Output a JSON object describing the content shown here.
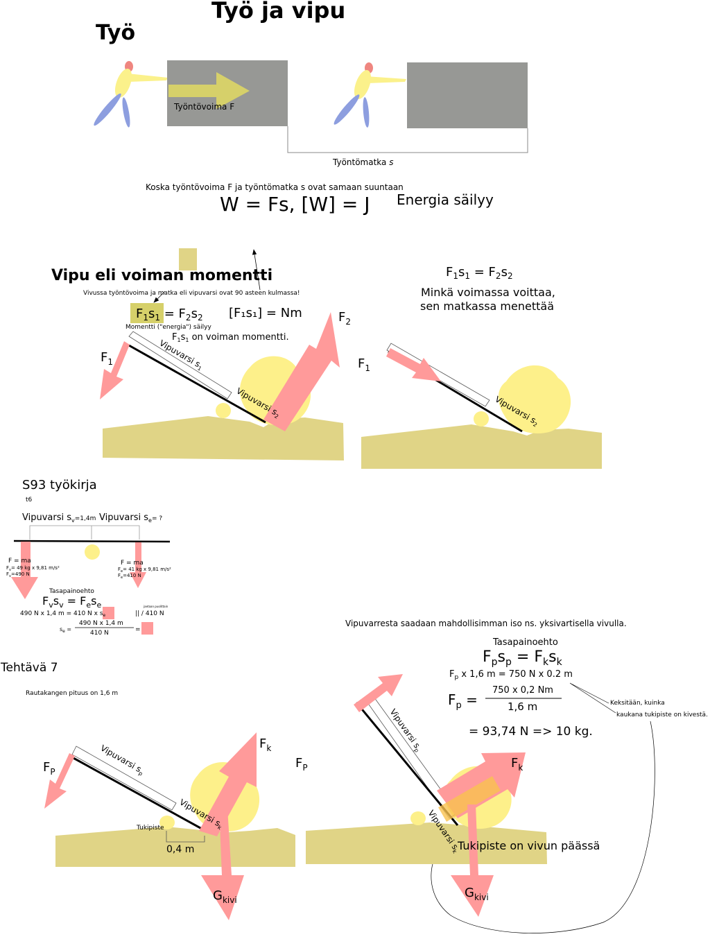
{
  "title": "Työ ja vipu",
  "work": {
    "heading": "Työ",
    "force_label": "Työntövoima F",
    "distance_label": "Työntömatka",
    "distance_symbol": "s",
    "condition": "Koska työntövoima F ja työntömatka s ovat samaan suuntaan",
    "formula": "W = Fs, [W] = J",
    "energy": "Energia säilyy"
  },
  "lever": {
    "heading": "Vipu eli voiman momentti",
    "note": "Vivussa työntövoima ja matka eli vipuvarsi ovat 90 asteen kulmassa!",
    "moment_unit": "[F₁s₁] = Nm",
    "momentti_note": "Momentti (\"energia\") säilyy",
    "moment_text": " on voiman momentti.",
    "rule_line1": "Minkä voimassa voittaa,",
    "rule_line2": "sen matkassa menettää",
    "arm1": "Vipuvarsi s",
    "arm2": "Vipuvarsi s"
  },
  "s93": {
    "title": "S93 työkirja",
    "sub": "t6",
    "arm_v": "Vipuvarsi s",
    "arm_v_value": "=1,4m",
    "arm_e": "Vipuvarsi s",
    "arm_e_value": "= ?",
    "left_f": "F = ma",
    "left_calc": "= 49 kg x 9,81 m/s²",
    "left_result": "=490 N",
    "right_f": "F = ma",
    "right_calc": "= 41 kg x 9,81 m/s²",
    "right_result": "=410 N",
    "balance": "Tasapainoehto",
    "eq_numbers": "490 N x 1,4 m = 410 N x s",
    "divide_note": "jaetaan puolittain",
    "divide": "|| / 410 N",
    "se_label": "s",
    "se_num": "490 N x 1,4 m",
    "se_den": "410 N"
  },
  "task7": {
    "title": "Tehtävä 7",
    "note": "Rautakangen pituus on 1,6 m",
    "arm_p": "Vipuvarsi s",
    "arm_k": "Vipuvarsi s",
    "pivot": "Tukipiste",
    "dist": "0,4 m",
    "lever_note": "Vipuvarresta saadaan mahdollisimman iso ns. yksivartisella vivulla.",
    "balance": "Tasapainoehto",
    "calc1": "x 1,6 m = 750 N x 0.2 m",
    "num": "750 x 0,2 Nm",
    "den": "1,6 m",
    "result": "= 93,74 N => 10 kg.",
    "think1": "Keksitään, kuinka",
    "think2": "kaukana tukipiste on kivestä.",
    "pivot_end": "Tukipiste on vivun päässä"
  },
  "colors": {
    "sand": "#e0d486",
    "stone": "#fdf08a",
    "arrow": "#ff9a9a",
    "push": "#d6d06a",
    "box": "#979895",
    "person_body": "#fbf18b",
    "person_limbs": "#8d9edf",
    "head": "#ef8680"
  }
}
